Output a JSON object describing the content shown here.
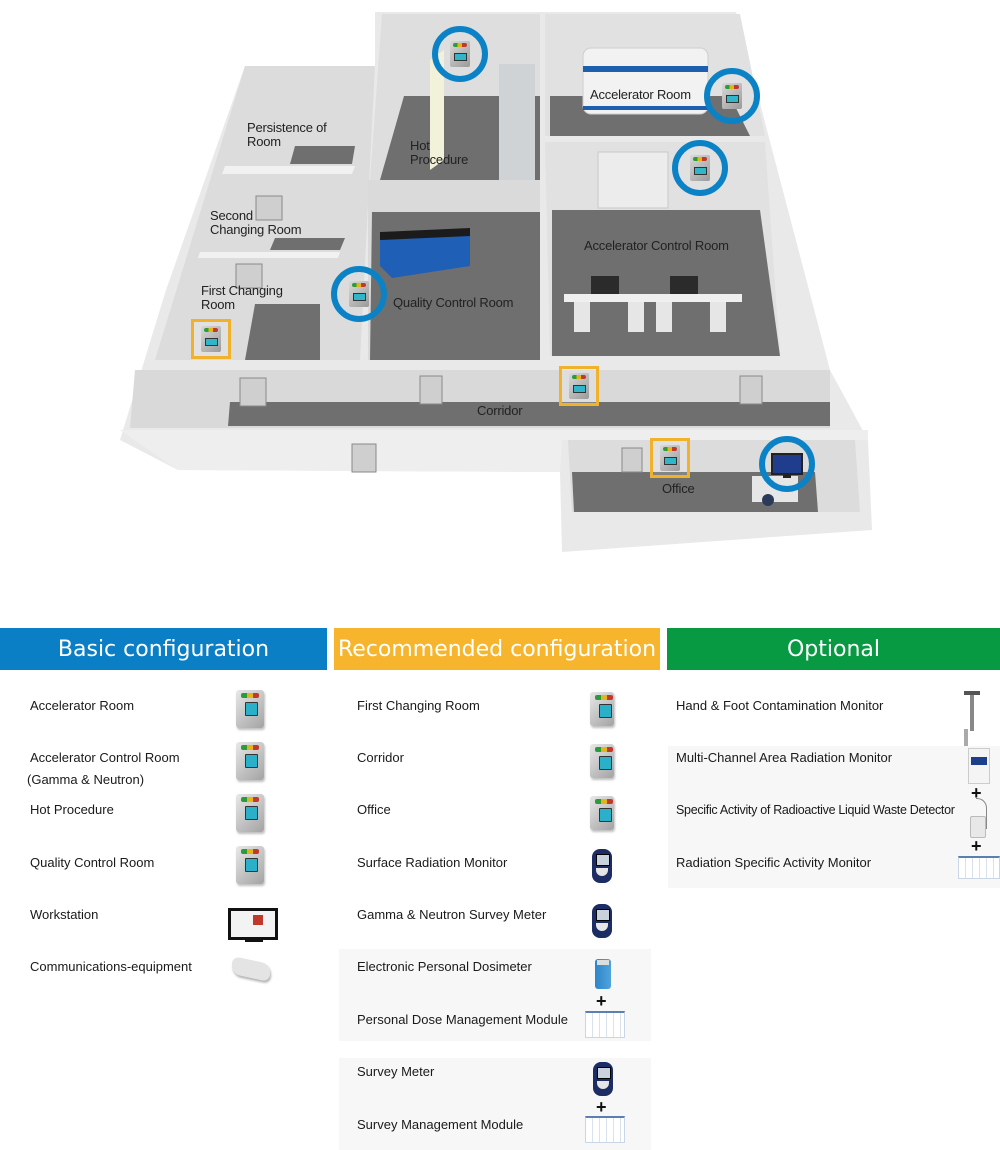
{
  "floor_plan": {
    "rooms": {
      "persistence": "Persistence of Room",
      "persistence_line1": "Persistence of",
      "persistence_line2": "Room",
      "hot_line1": "Hot",
      "hot_line2": "Procedure",
      "accelerator_room": "Accelerator Room",
      "second_changing_line1": "Second",
      "second_changing_line2": "Changing Room",
      "accelerator_control_room": "Accelerator Control Room",
      "first_changing_line1": "First Changing",
      "first_changing_line2": "Room",
      "quality_control_room": "Quality Control Room",
      "corridor": "Corridor",
      "office": "Office"
    },
    "legend_colors": {
      "basic_marker": "#0b82c6",
      "recommended_marker": "#f2b12a"
    }
  },
  "config": {
    "basic": {
      "title": "Basic configuration",
      "color": "#0b7fc5",
      "items": [
        {
          "label": "Accelerator Room",
          "icon": "area-monitor-icon"
        },
        {
          "label": "Accelerator Control Room",
          "label2": "(Gamma & Neutron)",
          "icon": "area-monitor-icon"
        },
        {
          "label": "Hot Procedure",
          "icon": "area-monitor-icon"
        },
        {
          "label": "Quality Control Room",
          "icon": "area-monitor-icon"
        },
        {
          "label": "Workstation",
          "icon": "workstation-monitor-icon"
        },
        {
          "label": "Communications-equipment",
          "icon": "router-icon"
        }
      ]
    },
    "recommended": {
      "title": "Recommended configuration",
      "color": "#f7b52d",
      "items": [
        {
          "label": "First Changing Room",
          "icon": "area-monitor-icon"
        },
        {
          "label": "Corridor",
          "icon": "area-monitor-icon"
        },
        {
          "label": "Office",
          "icon": "area-monitor-icon"
        },
        {
          "label": "Surface Radiation Monitor",
          "icon": "survey-meter-icon"
        },
        {
          "label": "Gamma & Neutron Survey Meter",
          "icon": "survey-meter-icon"
        }
      ],
      "groups": [
        {
          "items": [
            {
              "label": "Electronic Personal Dosimeter",
              "icon": "dosimeter-icon"
            },
            {
              "label": "Personal Dose Management Module",
              "icon": "software-table-icon"
            }
          ],
          "joiner": "+"
        },
        {
          "items": [
            {
              "label": "Survey Meter",
              "icon": "survey-meter-icon"
            },
            {
              "label": "Survey Management Module",
              "icon": "software-table-icon"
            }
          ],
          "joiner": "+"
        }
      ]
    },
    "optional": {
      "title": "Optional",
      "color": "#079a43",
      "items": [
        {
          "label": "Hand & Foot Contamination Monitor",
          "icon": "hand-foot-monitor-icon"
        }
      ],
      "group": {
        "items": [
          {
            "label": "Multi-Channel Area Radiation Monitor",
            "icon": "multi-channel-monitor-icon"
          },
          {
            "label": "Specific Activity of Radioactive Liquid Waste  Detector",
            "icon": "liquid-detector-icon"
          },
          {
            "label": "Radiation Specific Activity Monitor",
            "icon": "software-table-icon"
          }
        ],
        "joiner": "+"
      }
    }
  }
}
